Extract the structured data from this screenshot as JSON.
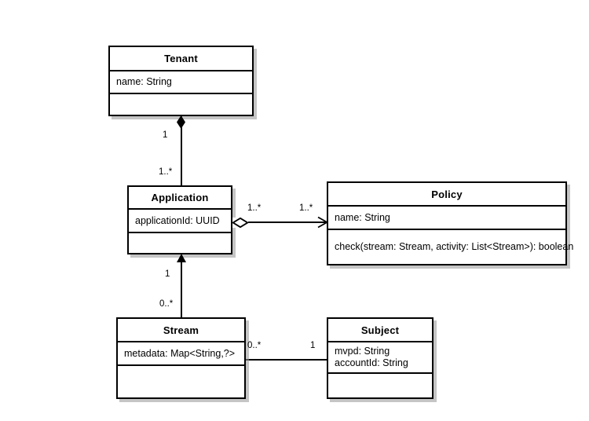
{
  "diagram": {
    "title": "UML Class Diagram",
    "background_color": "#ffffff",
    "line_color": "#000000",
    "shadow_color": "#969696"
  },
  "classes": {
    "tenant": {
      "name": "Tenant",
      "attributes": [
        "name: String"
      ],
      "operations": []
    },
    "application": {
      "name": "Application",
      "attributes": [
        "applicationId: UUID"
      ],
      "operations": []
    },
    "policy": {
      "name": "Policy",
      "attributes": [
        "name: String"
      ],
      "operations": [
        "check(stream: Stream, activity: List<Stream>): boolean"
      ]
    },
    "stream": {
      "name": "Stream",
      "attributes": [
        "metadata: Map<String,?>"
      ],
      "operations": []
    },
    "subject": {
      "name": "Subject",
      "attributes": [
        "mvpd: String",
        "accountId: String"
      ],
      "operations": []
    }
  },
  "relationships": [
    {
      "id": "tenant-application",
      "type": "composition",
      "source": "Tenant",
      "target": "Application",
      "source_multiplicity": "1",
      "target_multiplicity": "1..*"
    },
    {
      "id": "application-policy",
      "type": "aggregation-directed",
      "source": "Application",
      "target": "Policy",
      "source_multiplicity": "1..*",
      "target_multiplicity": "1..*"
    },
    {
      "id": "stream-application",
      "type": "directed-association",
      "source": "Stream",
      "target": "Application",
      "source_multiplicity": "0..*",
      "target_multiplicity": "1"
    },
    {
      "id": "stream-subject",
      "type": "association",
      "source": "Stream",
      "target": "Subject",
      "source_multiplicity": "0..*",
      "target_multiplicity": "1"
    }
  ]
}
